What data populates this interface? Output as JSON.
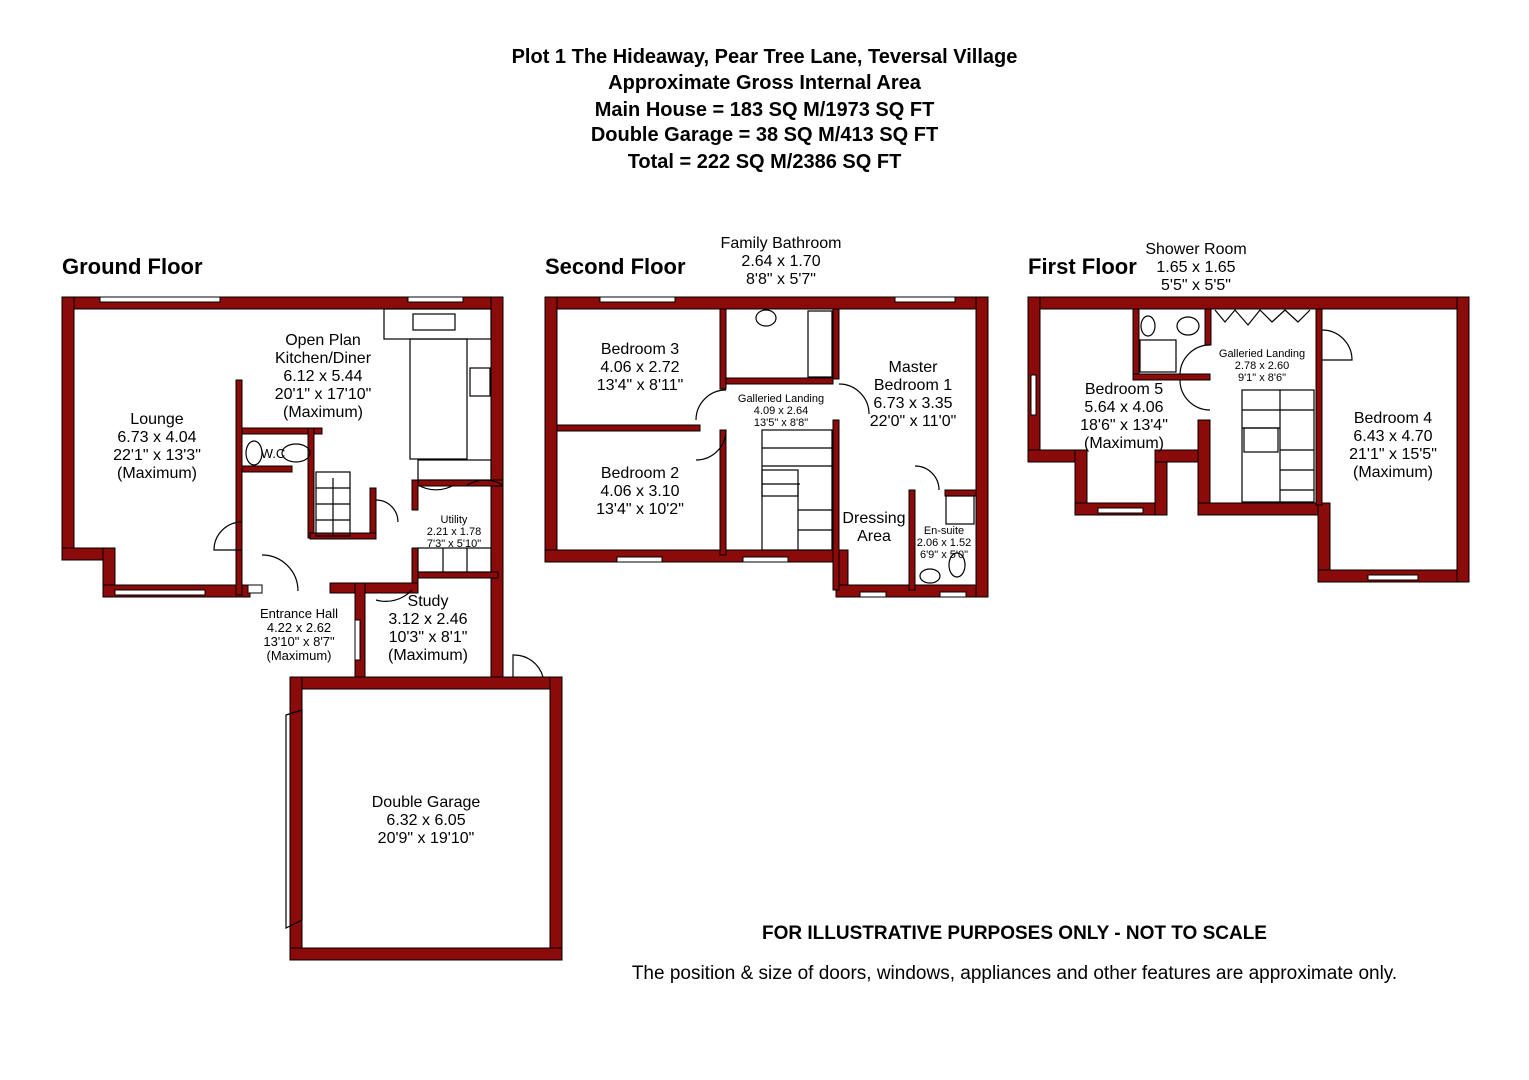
{
  "header": {
    "title": "Plot 1 The Hideaway, Pear Tree Lane, Teversal Village",
    "subtitle": "Approximate Gross Internal Area",
    "main_house": "Main House = 183 SQ M/1973 SQ FT",
    "garage": "Double Garage = 38 SQ M/413 SQ FT",
    "total": "Total = 222 SQ M/2386 SQ FT"
  },
  "floors": {
    "ground": {
      "title": "Ground Floor",
      "rooms": {
        "lounge": {
          "name": "Lounge",
          "metric": "6.73 x 4.04",
          "imperial": "22'1\" x 13'3\"",
          "note": "(Maximum)"
        },
        "kitchen": {
          "name": "Open Plan",
          "name2": "Kitchen/Diner",
          "metric": "6.12 x 5.44",
          "imperial": "20'1\" x 17'10\"",
          "note": "(Maximum)"
        },
        "wc": {
          "name": "W.C"
        },
        "utility": {
          "name": "Utility",
          "metric": "2.21 x 1.78",
          "imperial": "7'3\" x 5'10\""
        },
        "hall": {
          "name": "Entrance Hall",
          "metric": "4.22 x 2.62",
          "imperial": "13'10\" x 8'7\"",
          "note": "(Maximum)"
        },
        "study": {
          "name": "Study",
          "metric": "3.12 x 2.46",
          "imperial": "10'3\" x 8'1\"",
          "note": "(Maximum)"
        },
        "garage": {
          "name": "Double Garage",
          "metric": "6.32 x 6.05",
          "imperial": "20'9\" x 19'10\""
        }
      }
    },
    "second": {
      "title": "Second Floor",
      "rooms": {
        "bathroom": {
          "name": "Family Bathroom",
          "metric": "2.64 x 1.70",
          "imperial": "8'8\" x 5'7\""
        },
        "bed3": {
          "name": "Bedroom 3",
          "metric": "4.06 x 2.72",
          "imperial": "13'4\" x 8'11\""
        },
        "bed2": {
          "name": "Bedroom 2",
          "metric": "4.06 x 3.10",
          "imperial": "13'4\" x 10'2\""
        },
        "landing": {
          "name": "Galleried Landing",
          "metric": "4.09 x 2.64",
          "imperial": "13'5\" x 8'8\""
        },
        "master": {
          "name": "Master",
          "name2": "Bedroom 1",
          "metric": "6.73 x 3.35",
          "imperial": "22'0\" x 11'0\""
        },
        "dressing": {
          "name": "Dressing",
          "name2": "Area"
        },
        "ensuite": {
          "name": "En-suite",
          "metric": "2.06 x 1.52",
          "imperial": "6'9\" x 5'0\""
        }
      }
    },
    "first": {
      "title": "First Floor",
      "rooms": {
        "shower": {
          "name": "Shower Room",
          "metric": "1.65 x 1.65",
          "imperial": "5'5\" x 5'5\""
        },
        "landing": {
          "name": "Galleried Landing",
          "metric": "2.78 x 2.60",
          "imperial": "9'1\" x 8'6\""
        },
        "bed5": {
          "name": "Bedroom 5",
          "metric": "5.64 x 4.06",
          "imperial": "18'6\" x 13'4\"",
          "note": "(Maximum)"
        },
        "bed4": {
          "name": "Bedroom 4",
          "metric": "6.43 x 4.70",
          "imperial": "21'1\" x 15'5\"",
          "note": "(Maximum)"
        }
      }
    }
  },
  "footer": {
    "disclaimer": "FOR ILLUSTRATIVE PURPOSES ONLY - NOT TO SCALE",
    "note": "The position & size of doors, windows, appliances and other features are approximate only."
  },
  "colors": {
    "wall": "#8b0a0a"
  }
}
